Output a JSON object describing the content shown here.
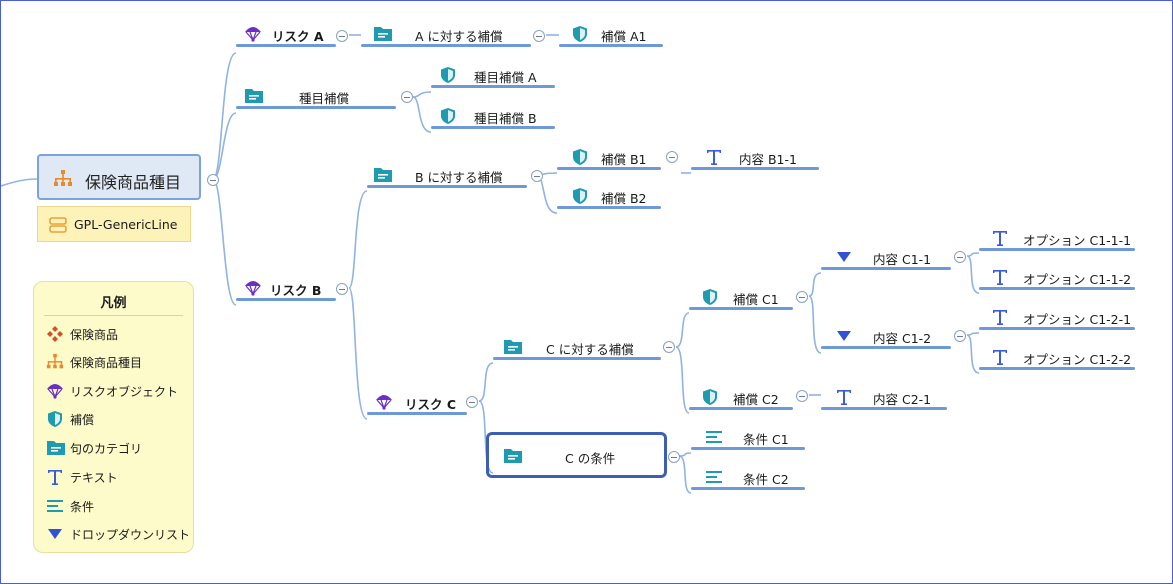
{
  "colors": {
    "connector": "#8fb3e3",
    "underline": "#6d9ad6",
    "selection": "#3d5fb2",
    "root_fill": "#dfe8f5",
    "tag_fill": "#fdf3b8",
    "legend_fill": "#fdfbc9"
  },
  "root": {
    "label": "保険商品種目",
    "icon": "hierarchy-icon"
  },
  "tag": {
    "label": "GPL-GenericLine",
    "icon": "database-icon"
  },
  "nodes": {
    "risk_a": {
      "label": "リスク A",
      "icon": "parachute-icon"
    },
    "comp_for_a": {
      "label": "A に対する補償",
      "icon": "folder-icon"
    },
    "comp_a1": {
      "label": "補償 A1",
      "icon": "shield-icon"
    },
    "category_comp": {
      "label": "種目補償",
      "icon": "folder-icon"
    },
    "cat_comp_a": {
      "label": "種目補償 A",
      "icon": "shield-icon"
    },
    "cat_comp_b": {
      "label": "種目補償 B",
      "icon": "shield-icon"
    },
    "comp_for_b": {
      "label": "B に対する補償",
      "icon": "folder-icon"
    },
    "comp_b1": {
      "label": "補償 B1",
      "icon": "shield-icon"
    },
    "content_b1_1": {
      "label": "内容 B1-1",
      "icon": "text-icon"
    },
    "comp_b2": {
      "label": "補償 B2",
      "icon": "shield-icon"
    },
    "risk_b": {
      "label": "リスク B",
      "icon": "parachute-icon"
    },
    "risk_c": {
      "label": "リスク C",
      "icon": "parachute-icon"
    },
    "comp_for_c": {
      "label": "C に対する補償",
      "icon": "folder-icon"
    },
    "comp_c1": {
      "label": "補償 C1",
      "icon": "shield-icon"
    },
    "content_c1_1": {
      "label": "内容 C1-1",
      "icon": "dropdown-icon"
    },
    "option_c1_1_1": {
      "label": "オプション C1-1-1",
      "icon": "text-icon"
    },
    "option_c1_1_2": {
      "label": "オプション C1-1-2",
      "icon": "text-icon"
    },
    "content_c1_2": {
      "label": "内容 C1-2",
      "icon": "dropdown-icon"
    },
    "option_c1_2_1": {
      "label": "オプション C1-2-1",
      "icon": "text-icon"
    },
    "option_c1_2_2": {
      "label": "オプション C1-2-2",
      "icon": "text-icon"
    },
    "comp_c2": {
      "label": "補償 C2",
      "icon": "shield-icon"
    },
    "content_c2_1": {
      "label": "内容 C2-1",
      "icon": "text-icon"
    },
    "cond_c": {
      "label": "C の条件",
      "icon": "folder-icon"
    },
    "cond_c1": {
      "label": "条件 C1",
      "icon": "condition-icon"
    },
    "cond_c2": {
      "label": "条件 C2",
      "icon": "condition-icon"
    }
  },
  "legend": {
    "title": "凡例",
    "items": [
      {
        "label": "保険商品",
        "icon": "product-icon"
      },
      {
        "label": "保険商品種目",
        "icon": "hierarchy-icon"
      },
      {
        "label": "リスクオブジェクト",
        "icon": "parachute-icon"
      },
      {
        "label": "補償",
        "icon": "shield-icon"
      },
      {
        "label": "句のカテゴリ",
        "icon": "folder-icon"
      },
      {
        "label": "テキスト",
        "icon": "text-icon"
      },
      {
        "label": "条件",
        "icon": "condition-icon"
      },
      {
        "label": "ドロップダウンリスト",
        "icon": "dropdown-icon"
      }
    ]
  }
}
